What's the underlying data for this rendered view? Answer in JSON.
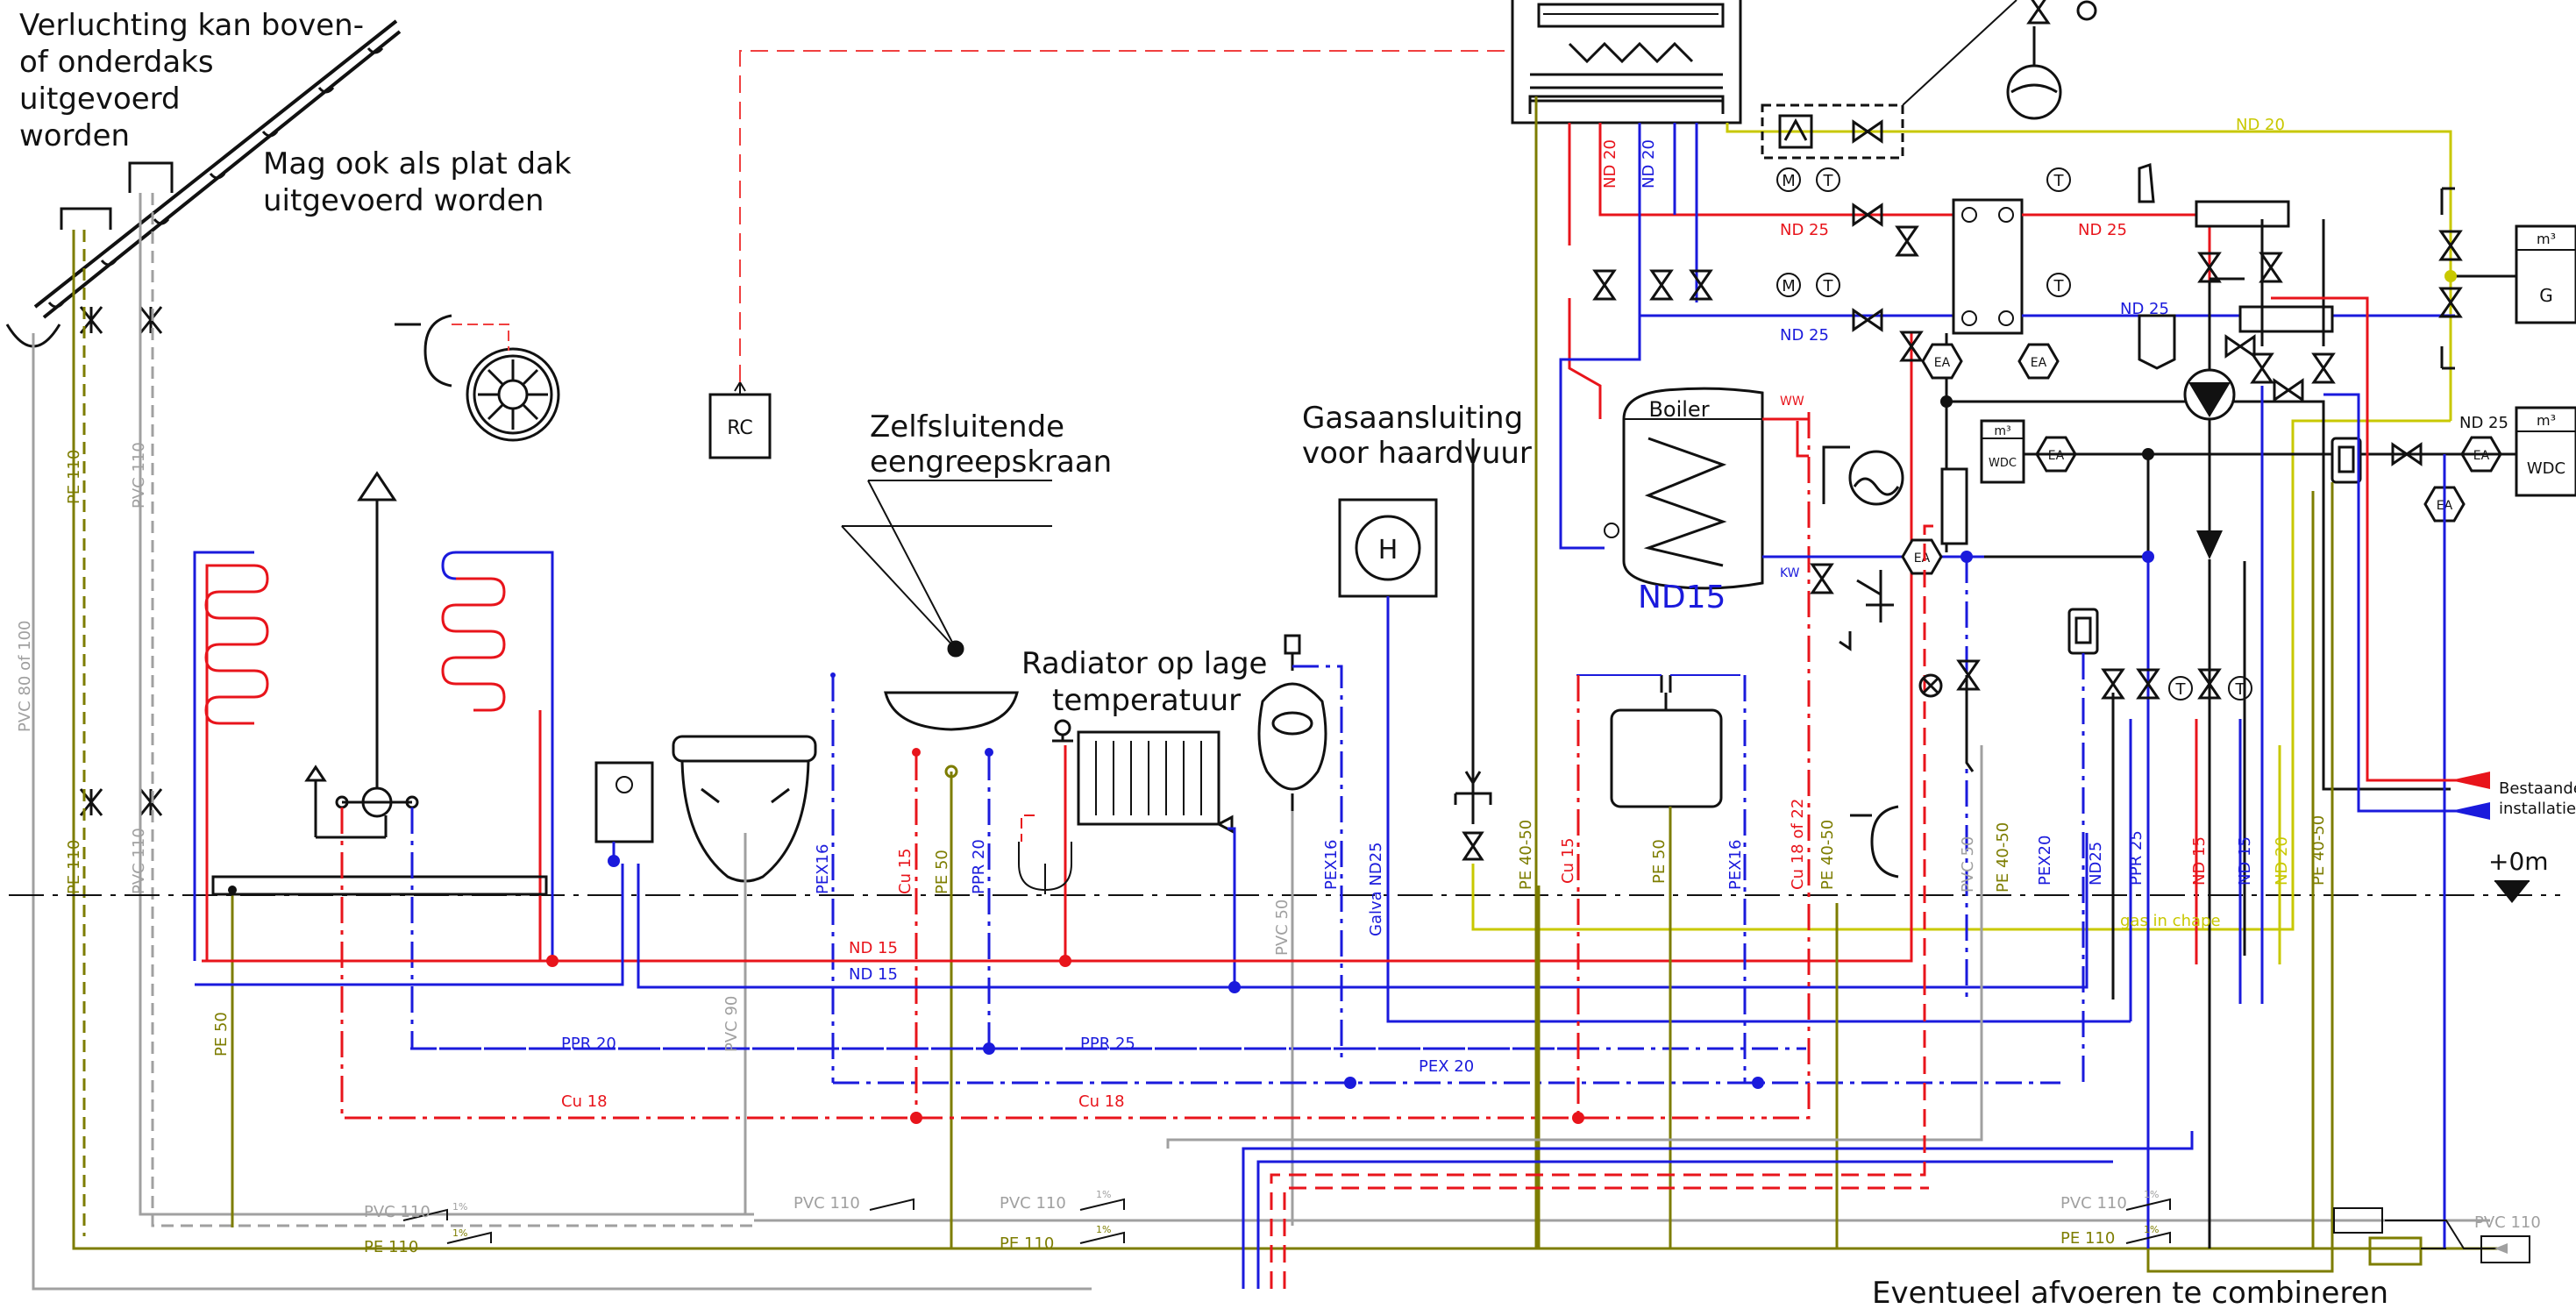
{
  "notes": {
    "roof_ventilation": [
      "Verluchting kan boven-",
      "of onderdaks",
      "uitgevoerd",
      "worden"
    ],
    "flat_roof": [
      "Mag ook als plat dak",
      "uitgevoerd worden"
    ],
    "tap": [
      "Zelfsluitende",
      "eengreepskraan"
    ],
    "radiator": [
      "Radiator op lage",
      "temperatuur"
    ],
    "gas_fire": [
      "Gasaansluiting",
      "voor haardvuur"
    ],
    "combine": "Eventueel afvoeren te combineren",
    "existing": [
      "Bestaande",
      "installatie"
    ]
  },
  "symbols": {
    "rc": "RC",
    "heater": "H",
    "boiler": "Boiler",
    "expansion_vessel": "ND15",
    "gas_meter_unit": "m³",
    "gas_meter": "G",
    "water_meter_unit": "m³",
    "water_meter": "WDC",
    "small_meter_unit": "m³",
    "small_meter": "WDC",
    "ea": "EA",
    "m": "M",
    "t": "T",
    "ww": "WW",
    "kw": "KW",
    "level": "+0m"
  },
  "pipe_labels": {
    "pe110": "PE 110",
    "pvc110": "PVC 110",
    "pvc80": "PVC 80 of 100",
    "pe50": "PE 50",
    "pvc90": "PVC 90",
    "pvc50": "PVC 50",
    "pex16": "PEX16",
    "cu15": "Cu 15",
    "ppr20": "PPR 20",
    "ppr25": "PPR 25",
    "pex20": "PEX 20",
    "pex20b": "PEX20",
    "nd15": "ND 15",
    "nd20": "ND 20",
    "nd25": "ND 25",
    "nd25b": "ND25",
    "cu18": "Cu 18",
    "cu18of22": "Cu 18 of 22",
    "galva": "Galva ND25",
    "pe4050": "PE 40-50",
    "gas_screed": "gas in chape",
    "slope": "1%"
  },
  "colors": {
    "hot": "#e8141b",
    "cold": "#1a1adc",
    "gas": "#c8c800",
    "drain_pe": "#7d7d00",
    "drain_pvc": "#a0a0a0",
    "control": "#f04040",
    "ink": "#111111"
  }
}
